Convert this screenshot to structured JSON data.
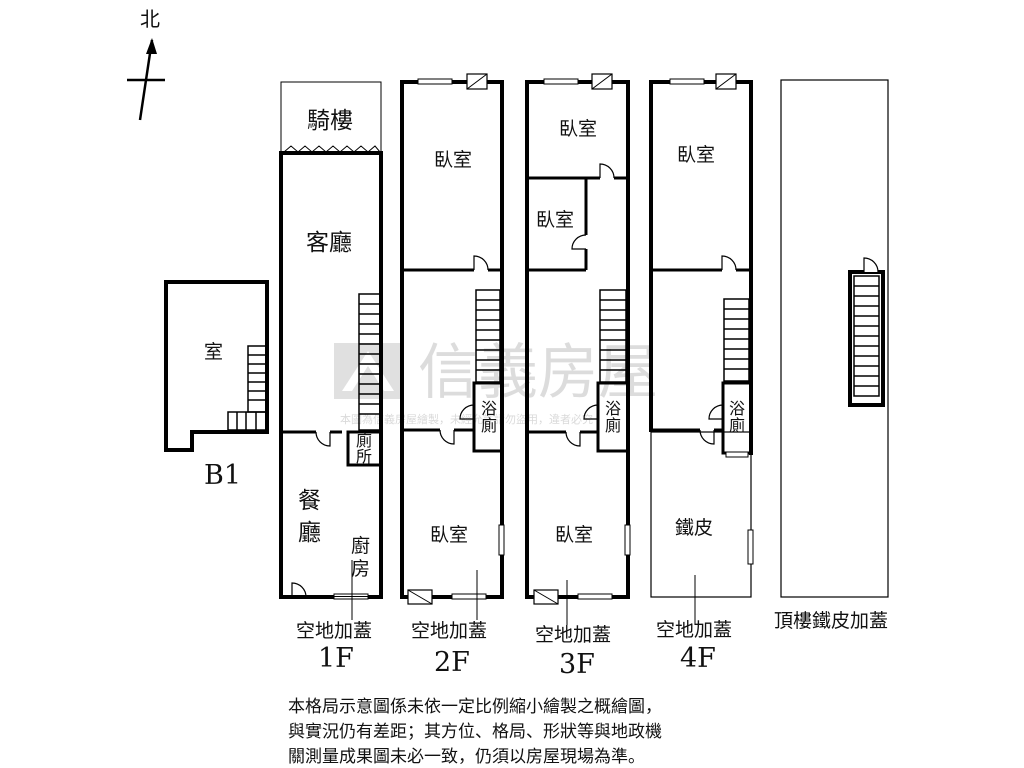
{
  "compass": {
    "north": "北"
  },
  "b1": {
    "room": "室",
    "floor": "B1"
  },
  "f1": {
    "arcade": "騎樓",
    "living": "客廳",
    "dining1": "餐",
    "dining2": "廳",
    "kitchen1": "廚",
    "kitchen2": "房",
    "toilet1": "廁",
    "toilet2": "所",
    "extension": "空地加蓋",
    "floor": "1F"
  },
  "f2": {
    "bedroom_top": "臥室",
    "bath1": "浴",
    "bath2": "廁",
    "bedroom_bottom": "臥室",
    "extension": "空地加蓋",
    "floor": "2F"
  },
  "f3": {
    "bedroom_top": "臥室",
    "bedroom_mid": "臥室",
    "bath1": "浴",
    "bath2": "廁",
    "bedroom_bottom": "臥室",
    "extension": "空地加蓋",
    "floor": "3F"
  },
  "f4": {
    "bedroom_top": "臥室",
    "bath1": "浴",
    "bath2": "廁",
    "metal_sheet": "鐵皮",
    "extension": "空地加蓋",
    "floor": "4F"
  },
  "roof": {
    "label": "頂樓鐵皮加蓋"
  },
  "watermark": {
    "brand": "信義房屋",
    "notice": "本圖為信義房屋繪製，未經允許請勿盜用，違者必究"
  },
  "disclaimer": {
    "line1": "本格局示意圖係未依一定比例縮小繪製之概繪圖，",
    "line2": "與實況仍有差距；其方位、格局、形狀等與地政機",
    "line3": "關測量成果圖未必一致，仍須以房屋現場為準。"
  }
}
